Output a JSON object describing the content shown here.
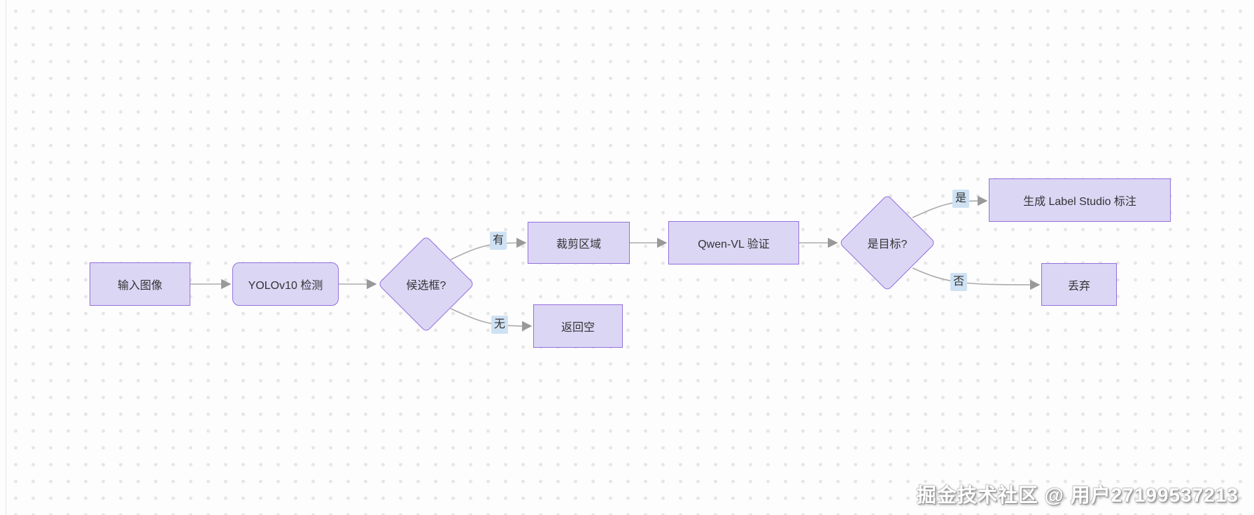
{
  "diagram": {
    "type": "flowchart",
    "direction": "left-to-right",
    "nodes": [
      {
        "id": "A",
        "label": "输入图像",
        "shape": "rectangle"
      },
      {
        "id": "B",
        "label": "YOLOv10 检测",
        "shape": "rounded-rectangle"
      },
      {
        "id": "C",
        "label": "候选框?",
        "shape": "diamond"
      },
      {
        "id": "D",
        "label": "裁剪区域",
        "shape": "rectangle"
      },
      {
        "id": "E",
        "label": "Qwen-VL 验证",
        "shape": "rectangle"
      },
      {
        "id": "F",
        "label": "是目标?",
        "shape": "diamond"
      },
      {
        "id": "G",
        "label": "生成 Label Studio 标注",
        "shape": "rectangle"
      },
      {
        "id": "H",
        "label": "丢弃",
        "shape": "rectangle"
      },
      {
        "id": "I",
        "label": "返回空",
        "shape": "rectangle"
      }
    ],
    "edges": [
      {
        "from": "输入图像",
        "to": "YOLOv10 检测",
        "label": ""
      },
      {
        "from": "YOLOv10 检测",
        "to": "候选框?",
        "label": ""
      },
      {
        "from": "候选框?",
        "to": "裁剪区域",
        "label": "有"
      },
      {
        "from": "候选框?",
        "to": "返回空",
        "label": "无"
      },
      {
        "from": "裁剪区域",
        "to": "Qwen-VL 验证",
        "label": ""
      },
      {
        "from": "Qwen-VL 验证",
        "to": "是目标?",
        "label": ""
      },
      {
        "from": "是目标?",
        "to": "生成 Label Studio 标注",
        "label": "是"
      },
      {
        "from": "是目标?",
        "to": "丢弃",
        "label": "否"
      }
    ]
  },
  "colors": {
    "node_fill": "#dcd6f5",
    "node_border": "#9370db",
    "node_text": "#333333",
    "edge_line": "#ababab",
    "arrow_head": "#999999",
    "edge_label_bg": "#cfe2f4",
    "canvas_bg": "#fdfdfd"
  },
  "watermark": {
    "text": "掘金技术社区 @ 用户27199537213"
  }
}
